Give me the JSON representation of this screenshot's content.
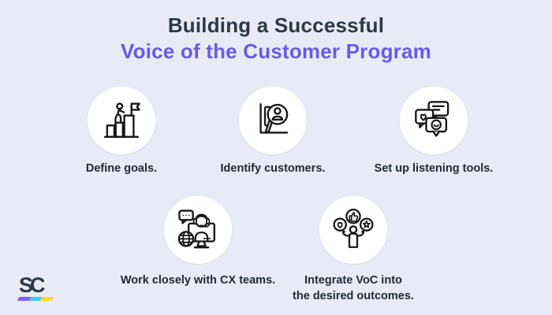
{
  "title": {
    "line1": "Building a Successful",
    "line2": "Voice of the Customer Program"
  },
  "colors": {
    "background": "#e8ebf5",
    "title_dark": "#2d3848",
    "title_purple": "#6a58e9",
    "label_text": "#232a33",
    "icon_stroke": "#171717",
    "circle_fill": "#ffffff"
  },
  "steps": [
    {
      "label": "Define goals.",
      "icon": "goal-flag-stairs-icon"
    },
    {
      "label": "Identify customers.",
      "icon": "customer-magnifier-chart-icon"
    },
    {
      "label": "Set up listening tools.",
      "icon": "feedback-chat-bubbles-icon"
    },
    {
      "label": "Work closely with CX teams.",
      "icon": "support-agent-monitor-icon"
    },
    {
      "label": "Integrate VoC into\nthe desired outcomes.",
      "icon": "person-reactions-icon"
    }
  ],
  "logo": {
    "text": "SC",
    "underline_colors": [
      "#7d5ffc",
      "#3ec9f6",
      "#ffd62e"
    ]
  }
}
